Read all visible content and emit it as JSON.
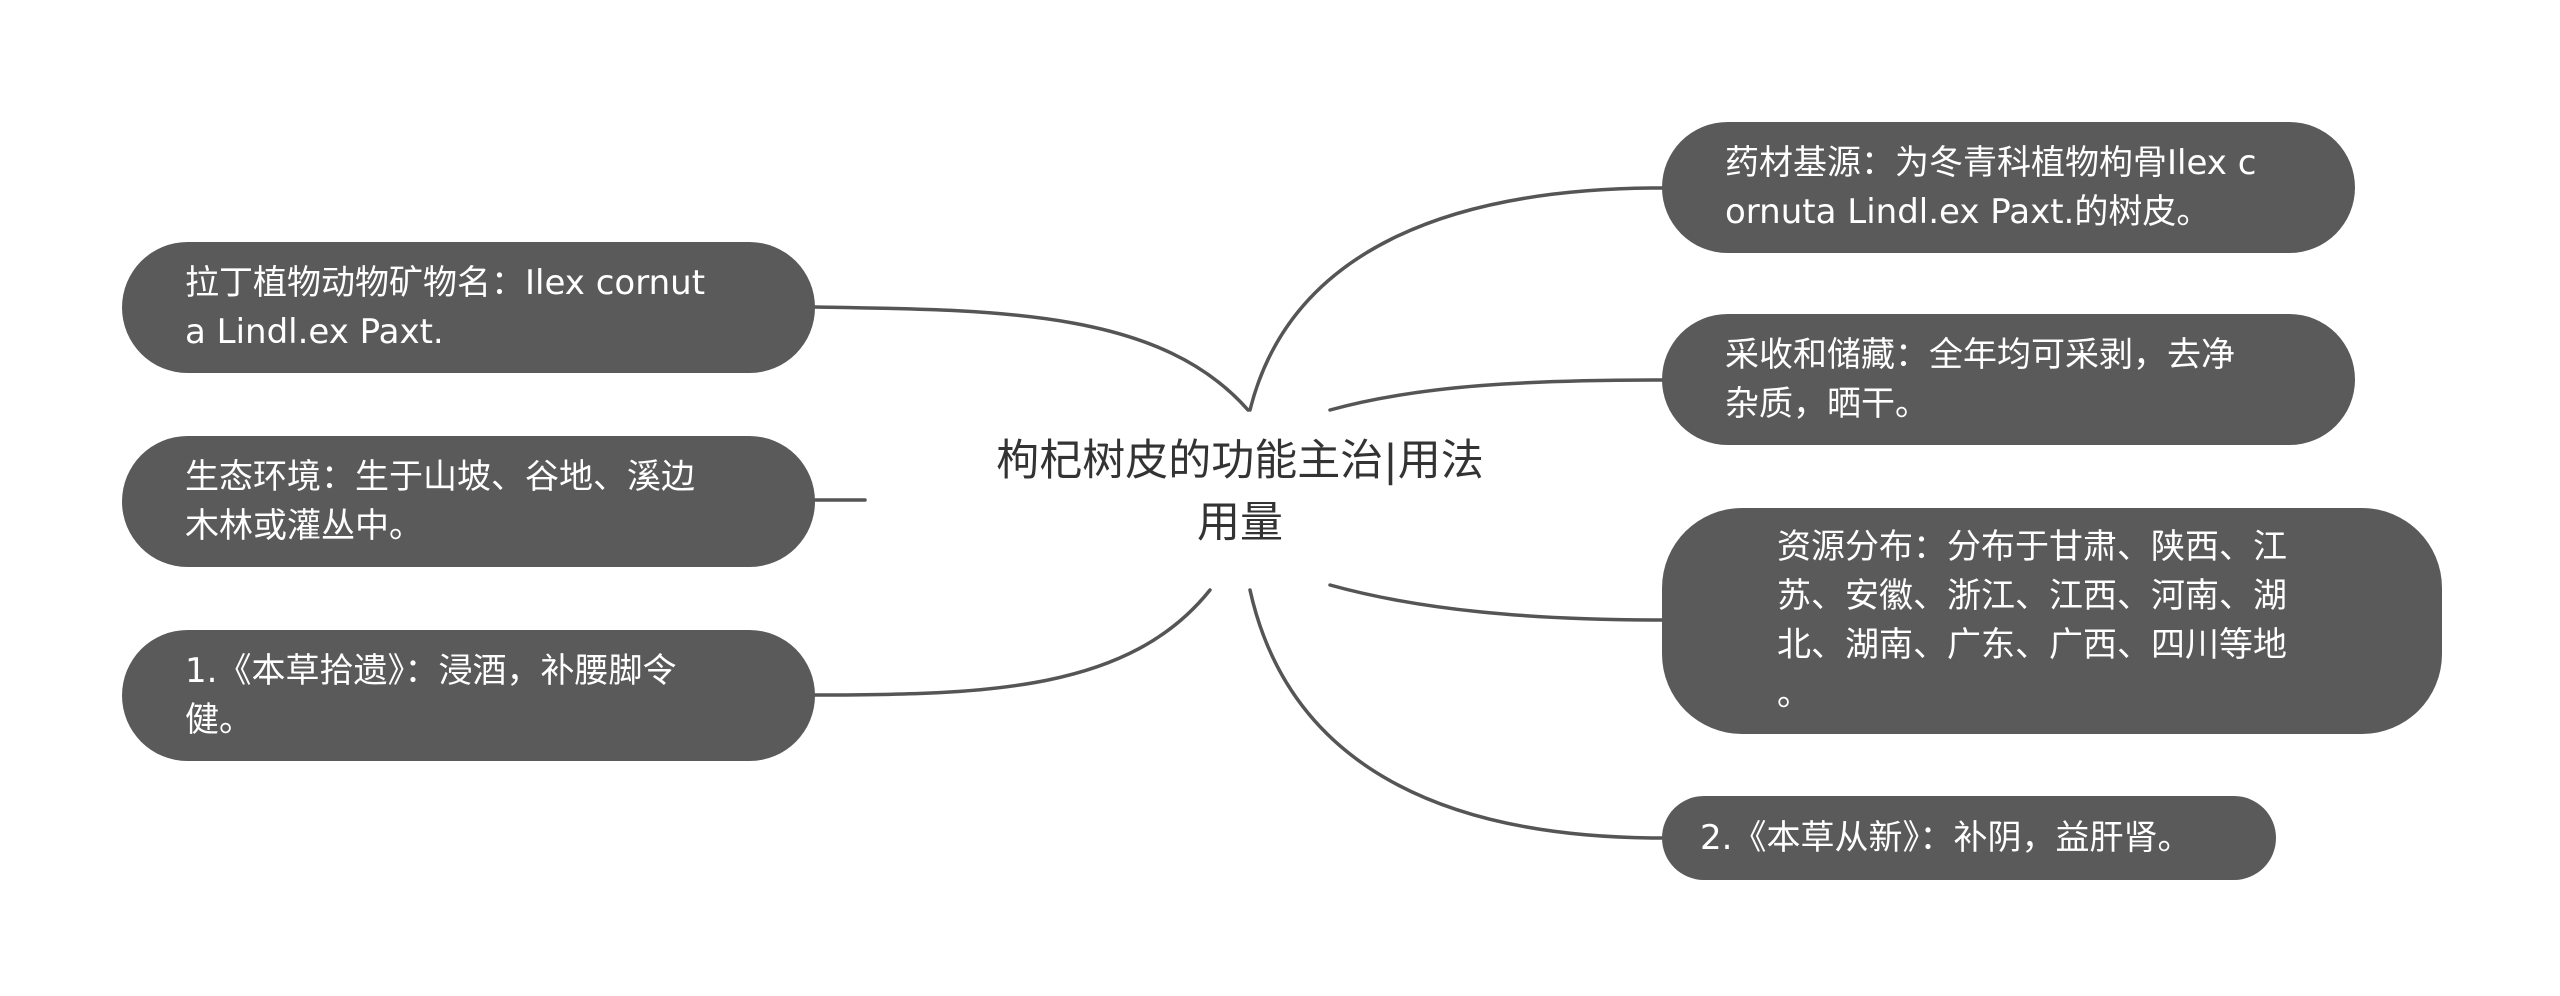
{
  "center": {
    "title": "枸杞树皮的功能主治|用法\n用量"
  },
  "left_nodes": [
    {
      "text": "拉丁植物动物矿物名：Ilex cornut\na Lindl.ex Paxt."
    },
    {
      "text": "生态环境：生于山坡、谷地、溪边\n木林或灌丛中。"
    },
    {
      "text": "1.《本草拾遗》：浸酒，补腰脚令\n健。"
    }
  ],
  "right_nodes": [
    {
      "text": "药材基源：为冬青科植物枸骨Ilex c\nornuta Lindl.ex Paxt.的树皮。"
    },
    {
      "text": "采收和储藏：全年均可采剥，去净\n杂质，晒干。"
    },
    {
      "text": "资源分布：分布于甘肃、陕西、江\n苏、安徽、浙江、江西、河南、湖\n北、湖南、广东、广西、四川等地\n。"
    },
    {
      "text": "2.《本草从新》：补阴，益肝肾。"
    }
  ],
  "colors": {
    "node_fill": "#5a5a5a",
    "node_text": "#ffffff",
    "connector": "#555555",
    "center_text": "#333333"
  }
}
